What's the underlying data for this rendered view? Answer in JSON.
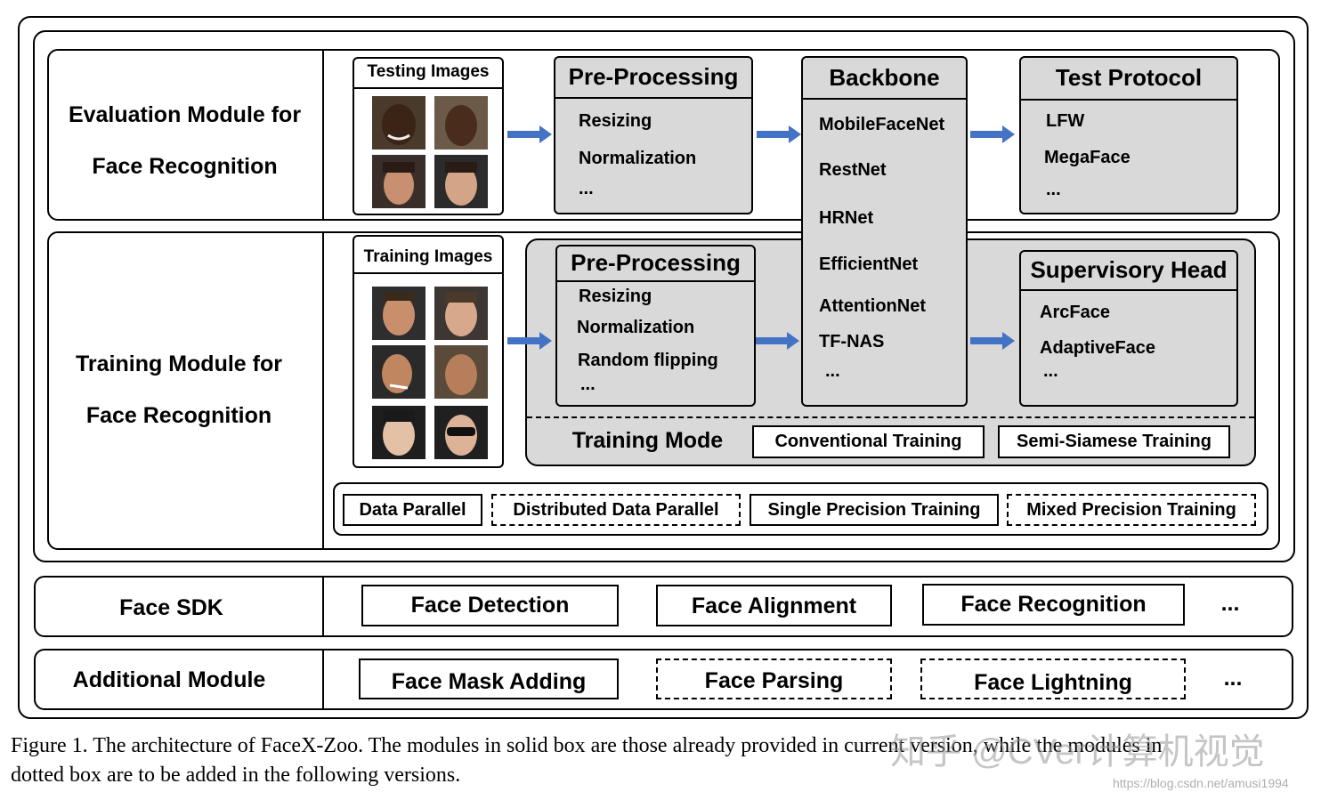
{
  "evaluation": {
    "label_line1": "Evaluation Module for",
    "label_line2": "Face Recognition",
    "testing_images_title": "Testing Images",
    "preprocessing": {
      "title": "Pre-Processing",
      "items": [
        "Resizing",
        "Normalization",
        "..."
      ]
    },
    "test_protocol": {
      "title": "Test Protocol",
      "items": [
        "LFW",
        "MegaFace",
        "..."
      ]
    }
  },
  "backbone": {
    "title": "Backbone",
    "items": [
      "MobileFaceNet",
      "RestNet",
      "HRNet",
      "EfficientNet",
      "AttentionNet",
      "TF-NAS",
      "..."
    ]
  },
  "training": {
    "label_line1": "Training Module for",
    "label_line2": "Face Recognition",
    "training_images_title": "Training Images",
    "preprocessing": {
      "title": "Pre-Processing",
      "items": [
        "Resizing",
        "Normalization",
        "Random flipping",
        "..."
      ]
    },
    "supervisory_head": {
      "title": "Supervisory Head",
      "items": [
        "ArcFace",
        "AdaptiveFace",
        "..."
      ]
    },
    "training_mode": {
      "label": "Training Mode",
      "options": [
        "Conventional Training",
        "Semi-Siamese Training"
      ]
    },
    "parallel_options": [
      "Data Parallel",
      "Distributed Data Parallel",
      "Single Precision Training",
      "Mixed Precision Training"
    ]
  },
  "face_sdk": {
    "label": "Face SDK",
    "items": [
      "Face Detection",
      "Face Alignment",
      "Face Recognition"
    ],
    "ellipsis": "..."
  },
  "additional": {
    "label": "Additional Module",
    "items": [
      "Face Mask Adding",
      "Face Parsing",
      "Face Lightning"
    ],
    "ellipsis": "..."
  },
  "caption": {
    "line1": "Figure 1. The architecture of FaceX-Zoo.  The modules in solid box are those already provided in current version, while the modules in",
    "line2": "dotted box are to be added in the following versions."
  },
  "watermark": {
    "main": "知乎 @CVer计算机视觉",
    "url": "https://blog.csdn.net/amusi1994"
  },
  "colors": {
    "arrow": "#4472c4",
    "module_gray": "#d9d9d9"
  }
}
